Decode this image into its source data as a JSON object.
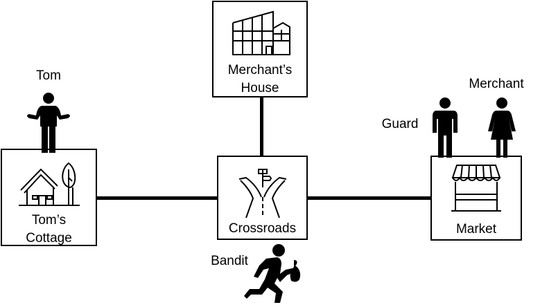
{
  "locations": {
    "toms_cottage": {
      "line1": "Tom’s",
      "line2": "Cottage"
    },
    "merchants_house": {
      "line1": "Merchant’s",
      "line2": "House"
    },
    "crossroads": {
      "label": "Crossroads"
    },
    "market": {
      "label": "Market"
    }
  },
  "characters": {
    "tom": "Tom",
    "guard": "Guard",
    "merchant": "Merchant",
    "bandit": "Bandit"
  }
}
